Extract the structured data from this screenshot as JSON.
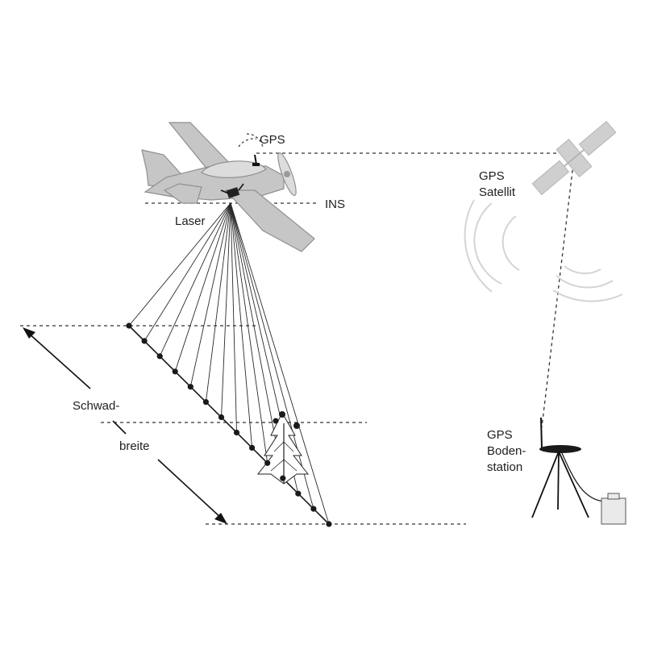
{
  "labels": {
    "gps_aircraft": "GPS",
    "ins": "INS",
    "laser": "Laser",
    "gps_satellite_line1": "GPS",
    "gps_satellite_line2": "Satellit",
    "swath_line1": "Schwad-",
    "swath_line2": "breite",
    "ground_station_line1": "GPS",
    "ground_station_line2": "Boden-",
    "ground_station_line3": "station"
  },
  "colors": {
    "aircraft": "#c6c6c6",
    "satellite": "#cfcfcf",
    "signal_waves": "#d4d4d4",
    "lines": "#1a1a1a"
  },
  "icons": {
    "aircraft": "airplane-icon",
    "satellite": "satellite-icon",
    "ground_station": "gps-ground-station-icon",
    "tree": "tree-icon"
  },
  "scan": {
    "laser_points_count": 14
  }
}
